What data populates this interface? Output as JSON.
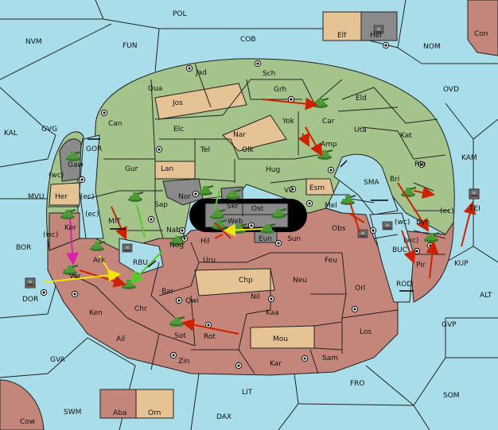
{
  "map": {
    "title": "",
    "colors": {
      "sea": "#a9dde9",
      "green_power": "#a4c48b",
      "red_power": "#c4867a",
      "neutral_land": "#e6c395",
      "gray_power": "#8a8a8a",
      "order_move": "#cc2200",
      "order_support": "#f0e600",
      "order_convoy": "#dd22aa",
      "order_other": "#55cc22"
    },
    "sea_labels": [
      "POL",
      "NVM",
      "FUN",
      "COB",
      "NOM",
      "OVD",
      "KAL",
      "GVG",
      "KAM",
      "MVU",
      "BOR",
      "ALT",
      "GVP",
      "GVA",
      "SWM",
      "LIT",
      "DAX",
      "FRO",
      "SOM",
      "DOR",
      "TEI",
      "KUP",
      "SMA",
      "GOR",
      "MIT",
      "RBU",
      "BUC",
      "ROD"
    ],
    "land_labels": [
      "Elf",
      "Hel",
      "Con",
      "Jad",
      "Sch",
      "Qua",
      "Grh",
      "Jos",
      "Can",
      "Eld",
      "Car",
      "Yok",
      "Uta",
      "Elc",
      "Nar",
      "Amp",
      "Kat",
      "Gaw",
      "Tel",
      "Olk",
      "Gur",
      "Hug",
      "Lan",
      "Rie",
      "Bri",
      "Her",
      "Nor",
      "Skr",
      "Vil",
      "Esm",
      "Sap",
      "Ost",
      "Mel",
      "Web",
      "Kor",
      "Nab",
      "Eun",
      "Sun",
      "Obs",
      "Byn",
      "Hil",
      "Ark",
      "Nog",
      "Uru",
      "Feu",
      "Pir",
      "Ver",
      "Chp",
      "Neu",
      "Bar",
      "Qwi",
      "Nil",
      "Orl",
      "Ken",
      "Chr",
      "Kaa",
      "Los",
      "Sot",
      "Rot",
      "Ail",
      "Mou",
      "Zin",
      "Kar",
      "Sam",
      "Aba",
      "Orn",
      "Cow"
    ],
    "coast_labels": [
      "(wc)",
      "(ec)",
      "(wc)",
      "(ec)",
      "(wc)",
      "(ec)",
      "(wc)"
    ]
  }
}
